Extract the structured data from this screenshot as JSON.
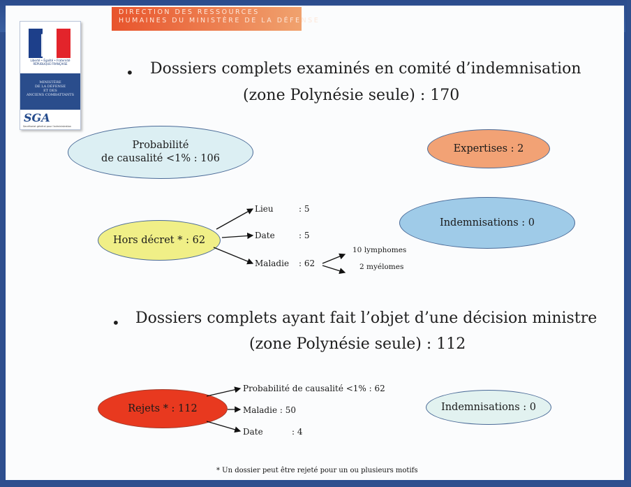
{
  "banner": {
    "line1": "DIRECTION DES RESSOURCES",
    "line2": "HUMAINES DU MINISTÈRE DE LA DÉFENSE"
  },
  "logo": {
    "republic_text": "Liberté • Égalité • Fraternité RÉPUBLIQUE FRANÇAISE",
    "ministry_text": "MINISTÈRE\nDE LA DÉFENSE\nET DES\nANCIENS COMBATTANTS",
    "sga": "SGA",
    "sga_sub": "Secrétariat général pour l'administration"
  },
  "section1": {
    "title_line1": "Dossiers complets examinés en comité d’indemnisation",
    "title_line2": "(zone Polynésie seule) : 170",
    "ovals": {
      "probabilite_line1": "Probabilité",
      "probabilite_line2": "de causalité <1% : 106",
      "expertises": "Expertises : 2",
      "hors_decret": "Hors décret * : 62",
      "indemnisations": "Indemnisations : 0"
    },
    "branches": {
      "lieu_label": "Lieu",
      "lieu_value": ": 5",
      "date_label": "Date",
      "date_value": ": 5",
      "maladie_label": "Maladie",
      "maladie_value": ": 62"
    },
    "maladie_detail": {
      "lymphomes": "10 lymphomes",
      "myelomes": "2 myélomes"
    }
  },
  "section2": {
    "title_line1": "Dossiers complets ayant fait l’objet d’une décision ministre",
    "title_line2": "(zone Polynésie seule) : 112",
    "ovals": {
      "rejets": "Rejets * : 112",
      "indemnisations": "Indemnisations : 0"
    },
    "branches": {
      "probabilite": "Probabilité de causalité <1% : 62",
      "maladie": "Maladie : 50",
      "date_label": "Date",
      "date_value": ": 4"
    }
  },
  "footnote": "* Un dossier peut être rejeté pour un ou plusieurs motifs",
  "colors": {
    "oval_light_blue": "#dceff3",
    "oval_orange": "#f2a275",
    "oval_yellow": "#f0ef87",
    "oval_blue": "#9fcbe8",
    "oval_red": "#e8391f",
    "oval_pale": "#e2f2f0"
  }
}
